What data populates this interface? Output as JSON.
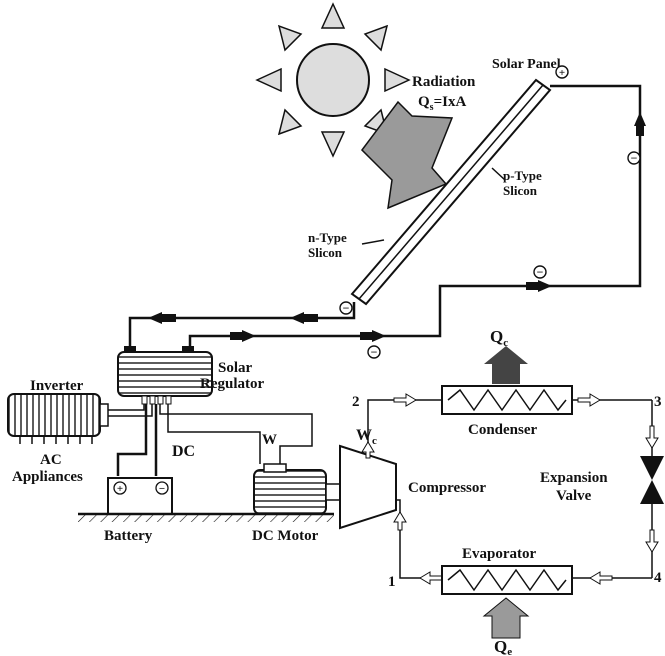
{
  "labels": {
    "radiation": "Radiation",
    "radiation_eq_q": "Q",
    "radiation_eq_sub": "s",
    "radiation_eq_rest": "=IxA",
    "solar_panel": "Solar Panel",
    "p_type_1": "p-Type",
    "p_type_2": "Slicon",
    "n_type_1": "n-Type",
    "n_type_2": "Slicon",
    "solar_regulator_1": "Solar",
    "solar_regulator_2": "Regulator",
    "inverter": "Inverter",
    "ac_appliances_1": "AC",
    "ac_appliances_2": "Appliances",
    "dc": "DC",
    "battery": "Battery",
    "dc_motor": "DC Motor",
    "w": "W",
    "wc_main": "W",
    "wc_sub": "c",
    "compressor": "Compressor",
    "condenser": "Condenser",
    "qc_main": "Q",
    "qc_sub": "c",
    "expansion_valve_1": "Expansion",
    "expansion_valve_2": "Valve",
    "evaporator": "Evaporator",
    "qe_main": "Q",
    "qe_sub": "e",
    "state_1": "1",
    "state_2": "2",
    "state_3": "3",
    "state_4": "4",
    "plus_sign": "+",
    "minus_sign": "−"
  },
  "colors": {
    "line": "#111111",
    "arrow_fill": "#9a9a9a",
    "sun_fill": "#dddddd",
    "heat_arrow": "#444444"
  }
}
